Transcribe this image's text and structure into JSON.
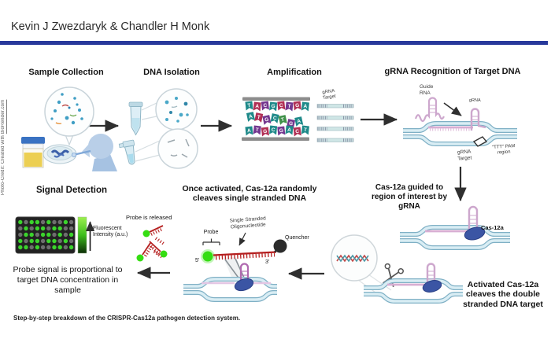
{
  "header": {
    "authors": "Kevin J Zwezdaryk & Chandler H Monk",
    "divider_color": "#28399b"
  },
  "credit": {
    "prefix": "Photo-Credit: Created with ",
    "link": "BioRender.com"
  },
  "steps": {
    "sample_collection": {
      "title": "Sample Collection"
    },
    "dna_isolation": {
      "title": "DNA Isolation"
    },
    "amplification": {
      "title": "Amplification",
      "grna_target_label": "gRNA\nTarget",
      "letter_rows": [
        [
          {
            "ch": "T",
            "c": "#1f8a8a"
          },
          {
            "ch": "A",
            "c": "#b13055"
          },
          {
            "ch": "C",
            "c": "#74378f"
          },
          {
            "ch": "G",
            "c": "#1f8a8a"
          },
          {
            "ch": "C",
            "c": "#b13055"
          },
          {
            "ch": "T",
            "c": "#74378f"
          },
          {
            "ch": "G",
            "c": "#b13055"
          },
          {
            "ch": "A",
            "c": "#1f8a8a"
          }
        ],
        [
          {
            "ch": "A",
            "c": "#1f8a8a"
          },
          {
            "ch": "T",
            "c": "#b13055"
          },
          {
            "ch": "G",
            "c": "#74378f"
          },
          {
            "ch": "C",
            "c": "#1f8a8a"
          },
          {
            "ch": "T",
            "c": "#3f9149"
          },
          {
            "ch": "G",
            "c": "#74378f"
          },
          {
            "ch": "A",
            "c": "#1f8a8a"
          }
        ],
        [
          {
            "ch": "A",
            "c": "#1f8a8a"
          },
          {
            "ch": "T",
            "c": "#74378f"
          },
          {
            "ch": "G",
            "c": "#b13055"
          },
          {
            "ch": "C",
            "c": "#1f8a8a"
          },
          {
            "ch": "G",
            "c": "#74378f"
          },
          {
            "ch": "A",
            "c": "#1f8a8a"
          },
          {
            "ch": "C",
            "c": "#b13055"
          },
          {
            "ch": "T",
            "c": "#1f8a8a"
          }
        ]
      ]
    },
    "grna_recognition": {
      "title": "gRNA Recognition of Target DNA",
      "guide_rna_label": "Guide\nRNA",
      "grna_label": "gRNA",
      "grna_target_label": "gRNA\nTarget",
      "pam_label": "\"TTT\" PAM\nregion"
    },
    "cas12a_guided": {
      "title": "Cas-12a guided to\nregion of interest by\ngRNA",
      "cas_label": "Cas-12a"
    },
    "activated_cleavage": {
      "title": "Activated Cas-12a\ncleaves the double\nstranded DNA target"
    },
    "collateral_cleavage": {
      "title": "Once activated, Cas-12a randomly\ncleaves single stranded DNA",
      "probe_label": "Probe",
      "oligo_label": "Single Stranded\nOligonucleotide",
      "quencher_label": "Quencher",
      "five_prime": "5'",
      "three_prime": "3'"
    },
    "signal_detection": {
      "title": "Signal Detection",
      "probe_released_label": "Probe is released",
      "fluorescence_axis_label": "Fluorescent\nIntensity (a.u.)",
      "result_text": "Probe signal is proportional to\ntarget DNA concentration in\nsample",
      "plate_pattern": [
        "gdggdgddgd",
        "dgdggdggdd",
        "dggdggdgdg",
        "gdggdggdgd",
        "ggdgddggdg"
      ],
      "well_on_color": "#3bd42c",
      "well_off_color": "#6e6e6e"
    }
  },
  "caption": "Step-by-step breakdown of the CRISPR-Cas12a pathogen detection system."
}
